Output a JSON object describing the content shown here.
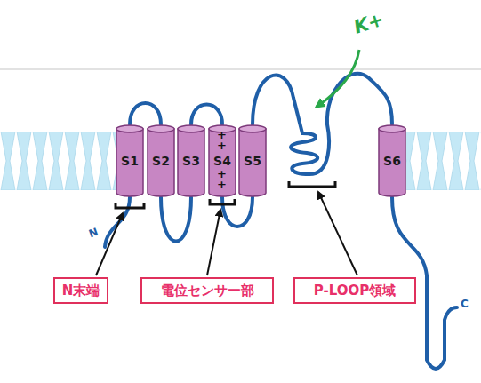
{
  "diagram": {
    "nodes": [
      {
        "text": [
          "S1"
        ]
      },
      {
        "text": [
          "S2"
        ]
      },
      {
        "text": [
          "S3"
        ]
      },
      {
        "text": [
          "S4"
        ]
      },
      {
        "text": [
          "S5"
        ]
      },
      {
        "text": [
          "S6"
        ]
      },
      {
        "text": [
          "N末端"
        ]
      },
      {
        "text": [
          "電位センサー部"
        ]
      },
      {
        "text": [
          "P-LOOP領域"
        ]
      }
    ],
    "labels": [
      "K+",
      "+",
      "+",
      "+",
      "+",
      "N",
      "C"
    ]
  }
}
